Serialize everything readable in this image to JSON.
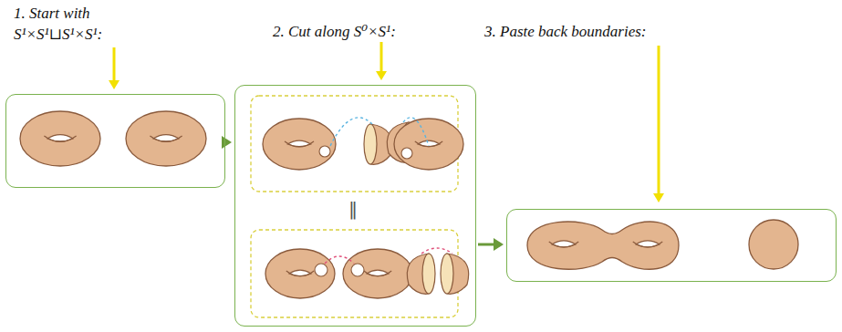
{
  "diagram": {
    "nodes": [
      {
        "text": [
          "1. Start with S¹×S¹⊔S¹×S¹:"
        ]
      },
      {
        "text": [
          "2. Cut along S⁰×S¹:"
        ]
      },
      {
        "text": [
          "3. Paste back boundaries:"
        ]
      }
    ],
    "edges": [
      {
        "from": 0,
        "to": 1,
        "arrow": "to"
      },
      {
        "from": 1,
        "to": 2,
        "arrow": "to"
      }
    ],
    "labels": [
      "‖"
    ]
  }
}
